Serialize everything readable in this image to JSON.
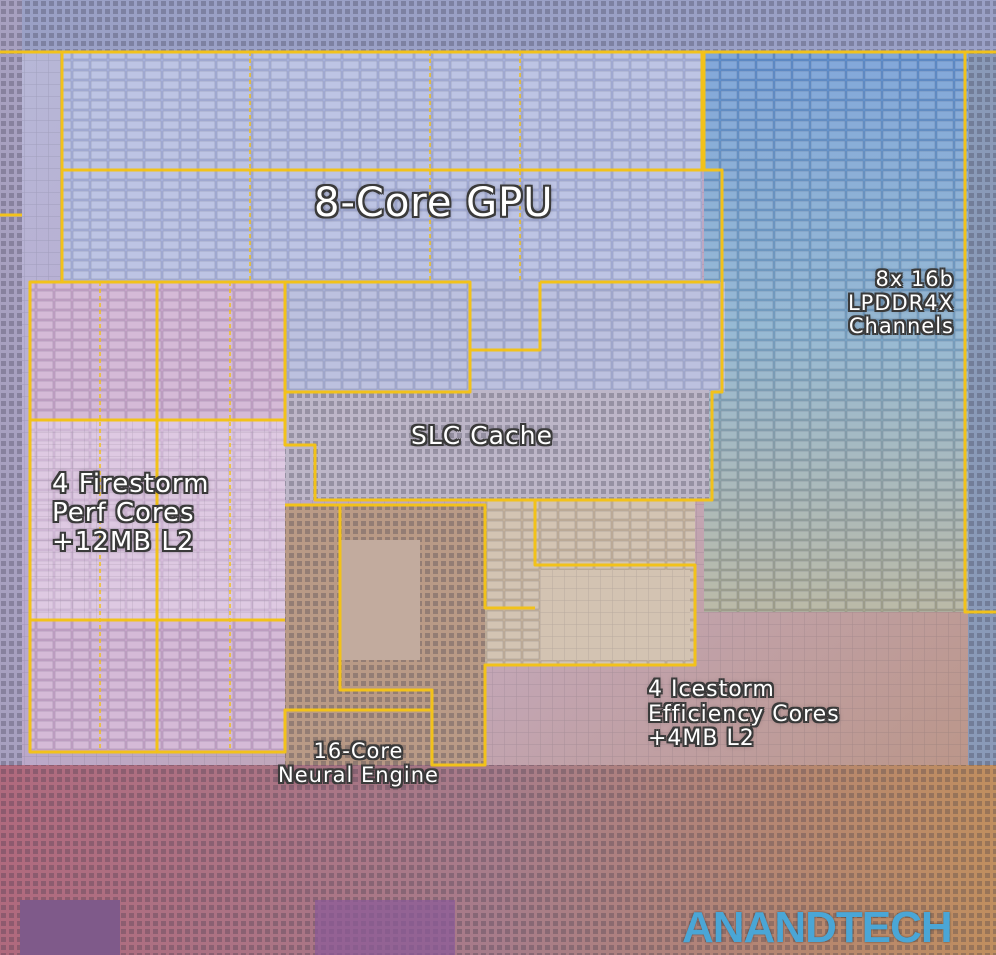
{
  "image": {
    "description_free": true,
    "labels": {
      "gpu": "8-Core GPU",
      "memory": "8x 16b\nLPDDR4X\nChannels",
      "slc": "SLC Cache",
      "firestorm": "4 Firestorm\nPerf Cores\n+12MB L2",
      "neural": "16-Core\nNeural Engine",
      "icestorm": "4 Icestorm\nEfficiency Cores\n+4MB L2"
    },
    "watermark": "ANANDTECH",
    "colors": {
      "outline": "#f2c21a",
      "gpu_tint": "#a9b2d8",
      "memory_tint": "#6f9fcf",
      "firestorm_tint": "#c9a3c9",
      "lower_tint": "#b59a86",
      "logo": "#4aa6d6"
    }
  }
}
